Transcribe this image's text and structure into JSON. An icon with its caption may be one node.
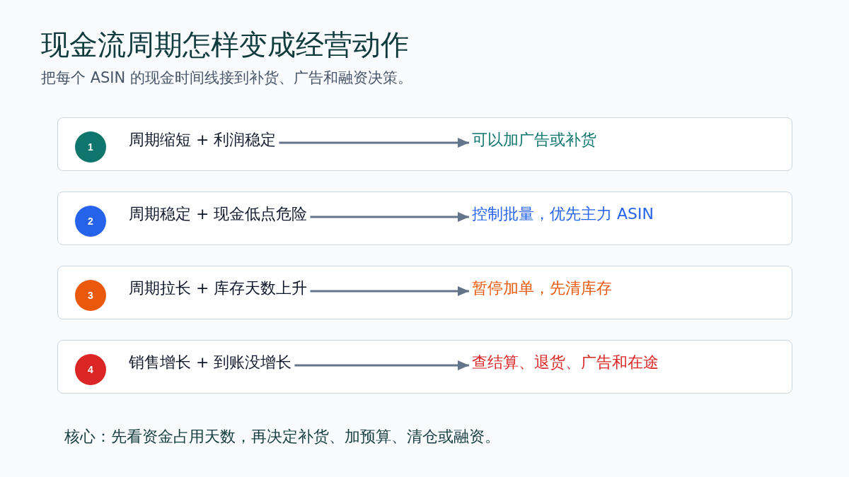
{
  "diagram": {
    "title": "现金流周期怎样变成经营动作",
    "nodes": [
      {
        "text": [],
        "shape": "box"
      },
      {
        "text": [
          "1"
        ],
        "in": 0
      },
      {
        "text": [
          "周期缩短 + 利润稳定"
        ],
        "in": 0
      },
      {
        "text": [
          "可以加广告或补货"
        ],
        "in": 0
      },
      {
        "text": [],
        "shape": "box"
      },
      {
        "text": [
          "2"
        ],
        "in": 4
      },
      {
        "text": [
          "周期稳定 + 现金低点危险"
        ],
        "in": 4
      },
      {
        "text": [
          "控制批量，优先主力 ASIN"
        ],
        "in": 4
      },
      {
        "text": [],
        "shape": "box"
      },
      {
        "text": [
          "3"
        ],
        "in": 8
      },
      {
        "text": [
          "周期拉长 + 库存天数上升"
        ],
        "in": 8
      },
      {
        "text": [
          "暂停加单，先清库存"
        ],
        "in": 8
      },
      {
        "text": [],
        "shape": "box"
      },
      {
        "text": [
          "4"
        ],
        "in": 12
      },
      {
        "text": [
          "销售增长 + 到账没增长"
        ],
        "in": 12
      },
      {
        "text": [
          "查结算、退货、广告和在途"
        ],
        "in": 12
      }
    ],
    "edges": [
      {
        "from": 2,
        "to": 3,
        "arrow": "to"
      },
      {
        "from": 6,
        "to": 7,
        "arrow": "to"
      },
      {
        "from": 10,
        "to": 11,
        "arrow": "to"
      },
      {
        "from": 14,
        "to": 15,
        "arrow": "to"
      }
    ],
    "labels": [
      "把每个 ASIN 的现金时间线接到补货、广告和融资决策。",
      "核心：先看资金占用天数，再决定补货、加预算、清仓或融资。"
    ]
  }
}
